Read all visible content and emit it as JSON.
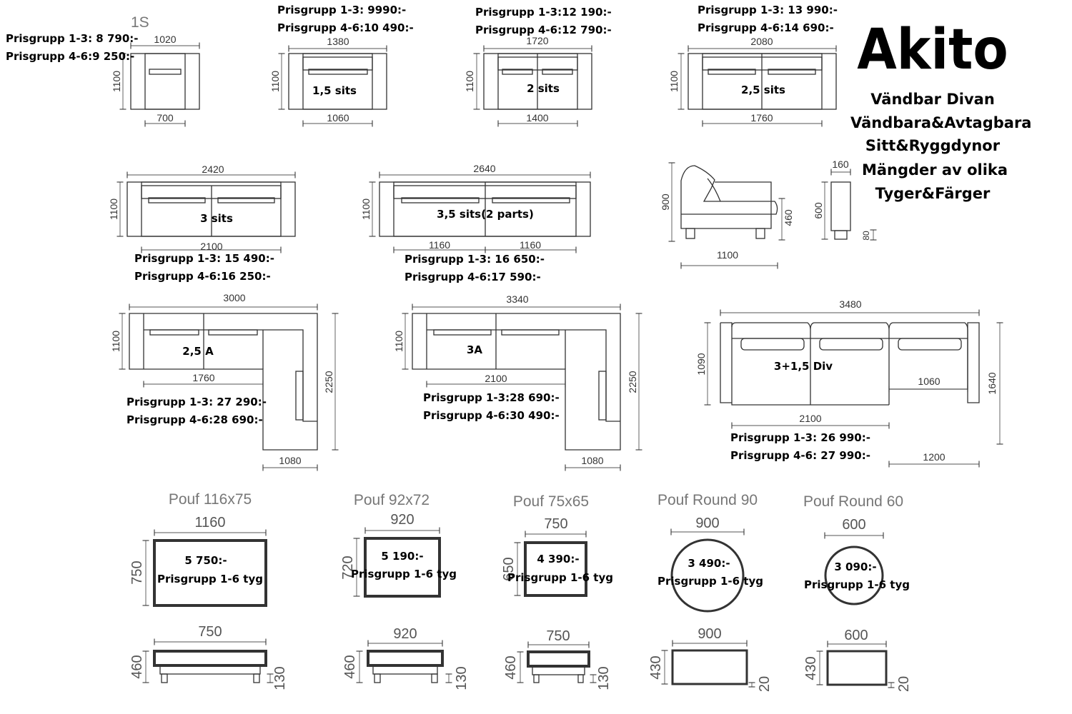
{
  "brand": {
    "title": "Akito",
    "features": [
      "Vändbar Divan",
      "Vändbara&Avtagbara",
      "Sitt&Ryggdynor",
      "Mängder av olika",
      "Tyger&Färger"
    ]
  },
  "modules": [
    {
      "code": "1S",
      "width": "1020",
      "depth": "1100",
      "seat": "700",
      "p13": "Prisgrupp 1-3: 8 790:-",
      "p46": "Prisgrupp 4-6:9 250:-"
    },
    {
      "label": "1,5 sits",
      "width": "1380",
      "depth": "1100",
      "seat": "1060",
      "p13": "Prisgrupp 1-3: 9990:-",
      "p46": "Prisgrupp 4-6:10 490:-"
    },
    {
      "label": "2 sits",
      "width": "1720",
      "depth": "1100",
      "seat": "1400",
      "p13": "Prisgrupp 1-3:12 190:-",
      "p46": "Prisgrupp 4-6:12 790:-"
    },
    {
      "label": "2,5 sits",
      "width": "2080",
      "depth": "1100",
      "seat": "1760",
      "p13": "Prisgrupp 1-3: 13 990:-",
      "p46": "Prisgrupp 4-6:14 690:-"
    },
    {
      "label": "3 sits",
      "width": "2420",
      "depth": "1100",
      "seat": "2100",
      "p13": "Prisgrupp 1-3: 15 490:-",
      "p46": "Prisgrupp 4-6:16 250:-"
    },
    {
      "label": "3,5 sits(2 parts)",
      "width": "2640",
      "depth": "1100",
      "seat1": "1160",
      "seat2": "1160",
      "p13": "Prisgrupp 1-3: 16 650:-",
      "p46": "Prisgrupp 4-6:17 590:-"
    },
    {
      "label": "2,5 A",
      "width": "3000",
      "depth": "1100",
      "seat": "1760",
      "side": "2250",
      "chaise": "1080",
      "p13": "Prisgrupp 1-3: 27 290:-",
      "p46": "Prisgrupp 4-6:28 690:-"
    },
    {
      "label": "3A",
      "width": "3340",
      "depth": "1100",
      "seat": "2100",
      "side": "2250",
      "chaise": "1080",
      "p13": "Prisgrupp 1-3:28 690:-",
      "p46": "Prisgrupp 4-6:30 490:-"
    },
    {
      "label": "3+1,5 Div",
      "width": "3480",
      "depth": "1090",
      "seat": "2100",
      "divan_seat": "1060",
      "divan_width": "1200",
      "side": "1640",
      "p13": "Prisgrupp 1-3: 26 990:-",
      "p46": "Prisgrupp 4-6: 27 990:-"
    }
  ],
  "side_view": {
    "height": "900",
    "seat_height": "460",
    "depth": "1100",
    "arm_width": "160",
    "arm_height": "600",
    "leg": "80"
  },
  "poufs": [
    {
      "title": "Pouf 116x75",
      "width": "1160",
      "depth": "750",
      "price": "5 750:-",
      "group": "Prisgrupp 1-6 tyg",
      "side_width": "750",
      "height": "460",
      "leg": "130"
    },
    {
      "title": "Pouf 92x72",
      "width": "920",
      "depth": "720",
      "price": "5 190:-",
      "group": "Prisgrupp 1-6 tyg",
      "side_width": "920",
      "height": "460",
      "leg": "130"
    },
    {
      "title": "Pouf 75x65",
      "width": "750",
      "depth": "650",
      "price": "4 390:-",
      "group": "Prisgrupp 1-6 tyg",
      "side_width": "750",
      "height": "460",
      "leg": "130"
    },
    {
      "title": "Pouf Round 90",
      "width": "900",
      "price": "3 490:-",
      "group": "Prisgrupp 1-6 tyg",
      "side_width": "900",
      "height": "430",
      "leg": "20"
    },
    {
      "title": "Pouf Round 60",
      "width": "600",
      "price": "3 090:-",
      "group": "Prisgrupp 1-6 tyg",
      "side_width": "600",
      "height": "430",
      "leg": "20"
    }
  ]
}
